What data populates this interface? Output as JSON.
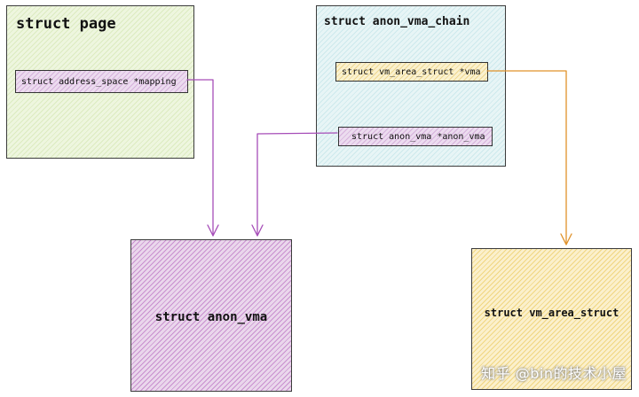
{
  "struct_page": {
    "title": "struct page",
    "field": "struct address_space *mapping"
  },
  "anon_vma_chain": {
    "title": "struct anon_vma_chain",
    "field_vma": "struct vm_area_struct *vma",
    "field_anon_vma": "struct anon_vma *anon_vma"
  },
  "anon_vma": {
    "title": "struct anon_vma"
  },
  "vm_area_struct": {
    "title": "struct vm_area_struct"
  },
  "watermark": "知乎 @bin的技术小屋",
  "colors": {
    "purple_arrow": "#a64db8",
    "orange_arrow": "#e0922a"
  }
}
